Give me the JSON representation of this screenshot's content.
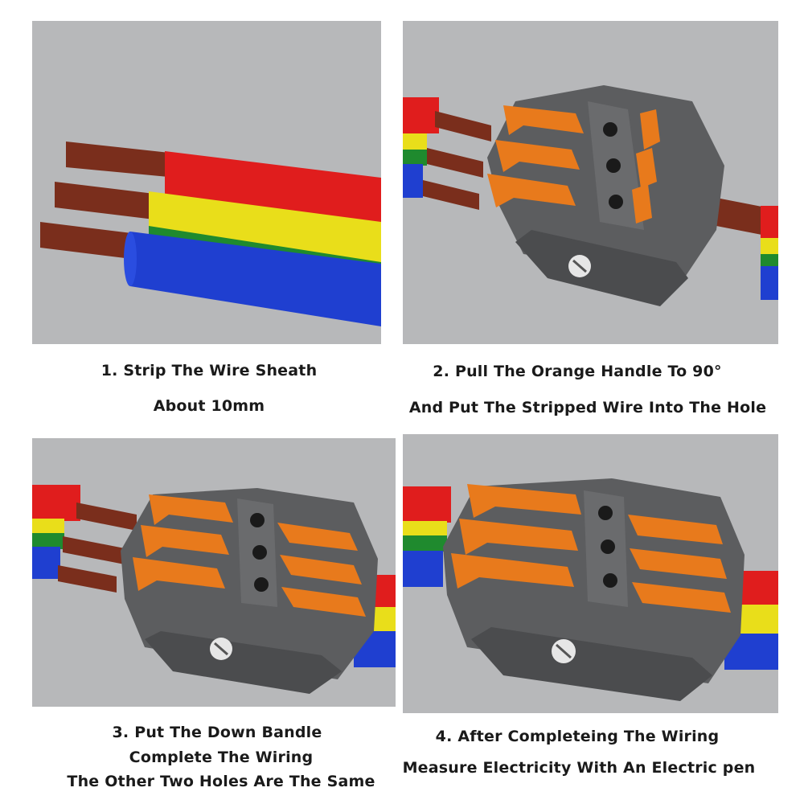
{
  "steps": [
    {
      "number": "1.",
      "line1": "Strip The Wire Sheath",
      "line2": "About 10mm"
    },
    {
      "number": "2.",
      "line1": "Pull The Orange Handle To 90°",
      "line2": "And Put The Stripped Wire Into The Hole"
    },
    {
      "number": "3.",
      "line1": "Put The Down Bandle",
      "line2": "Complete The Wiring",
      "line3": "The Other Two Holes Are The Same"
    },
    {
      "number": "4.",
      "line1": "After Completeing The Wiring",
      "line2": "Measure Electricity With An Electric pen"
    }
  ],
  "colors": {
    "background": "#b7b8ba",
    "wire_red": "#e01d1d",
    "wire_yellow": "#e9de1a",
    "wire_green": "#1f8a2e",
    "wire_blue": "#1f3fd0",
    "copper": "#7a2e1c",
    "connector_body": "#5c5d5f",
    "handle_orange": "#e87a1c"
  }
}
